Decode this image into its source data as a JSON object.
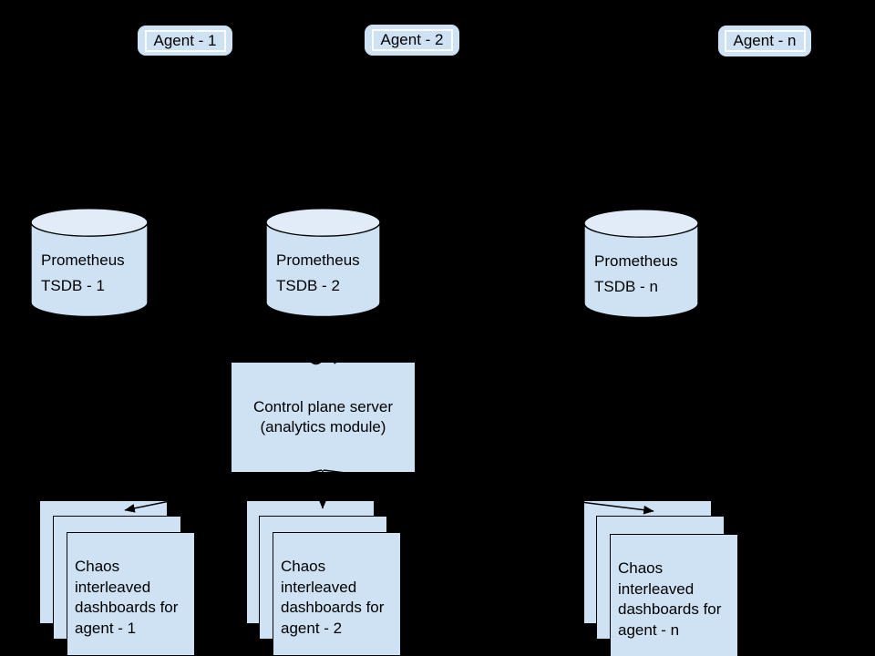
{
  "diagram": {
    "background": "#000000",
    "shape_fill": "#cfe2f3",
    "cylinder_top_fill": "#e2ecf8",
    "outline_color": "#000000",
    "agents": [
      {
        "label": "Agent - 1"
      },
      {
        "label": "Agent - 2"
      },
      {
        "label": "Agent - n"
      }
    ],
    "tsdbs": [
      {
        "line1": "Prometheus",
        "line2": "TSDB - 1"
      },
      {
        "line1": "Prometheus",
        "line2": "TSDB - 2"
      },
      {
        "line1": "Prometheus",
        "line2": "TSDB - n"
      }
    ],
    "control_plane": {
      "line1": "Control plane server",
      "line2": "(analytics module)"
    },
    "dashboard_stacks": [
      {
        "label": "Chaos interleaved dashboards for agent - 1"
      },
      {
        "label": "Chaos interleaved dashboards for agent - 2"
      },
      {
        "label": "Chaos interleaved dashboards for agent - n"
      }
    ]
  }
}
